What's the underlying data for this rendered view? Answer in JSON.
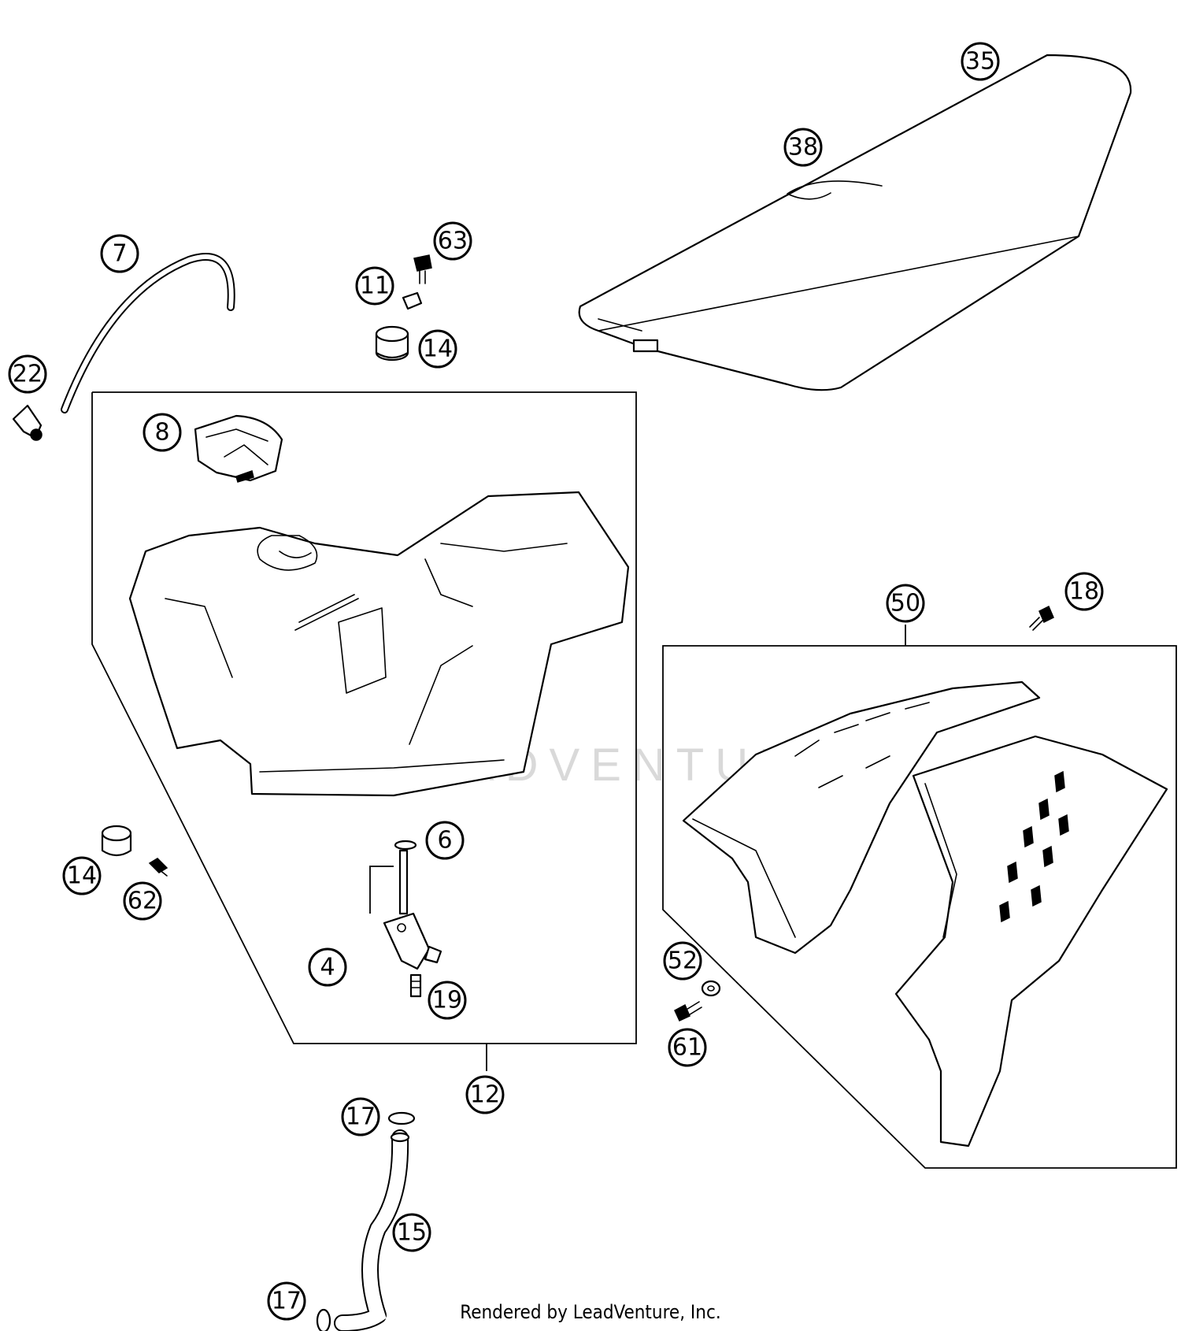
{
  "footer": {
    "text": "Rendered by LeadVenture, Inc."
  },
  "watermark": {
    "text": "LEADVENTURE"
  },
  "callouts": [
    {
      "id": "35",
      "label": "35"
    },
    {
      "id": "38",
      "label": "38"
    },
    {
      "id": "7",
      "label": "7"
    },
    {
      "id": "63",
      "label": "63"
    },
    {
      "id": "11",
      "label": "11"
    },
    {
      "id": "14a",
      "label": "14"
    },
    {
      "id": "22",
      "label": "22"
    },
    {
      "id": "8",
      "label": "8"
    },
    {
      "id": "50",
      "label": "50"
    },
    {
      "id": "18",
      "label": "18"
    },
    {
      "id": "6",
      "label": "6"
    },
    {
      "id": "14b",
      "label": "14"
    },
    {
      "id": "62",
      "label": "62"
    },
    {
      "id": "4",
      "label": "4"
    },
    {
      "id": "19",
      "label": "19"
    },
    {
      "id": "52",
      "label": "52"
    },
    {
      "id": "61",
      "label": "61"
    },
    {
      "id": "12",
      "label": "12"
    },
    {
      "id": "17a",
      "label": "17"
    },
    {
      "id": "15",
      "label": "15"
    },
    {
      "id": "17b",
      "label": "17"
    }
  ]
}
